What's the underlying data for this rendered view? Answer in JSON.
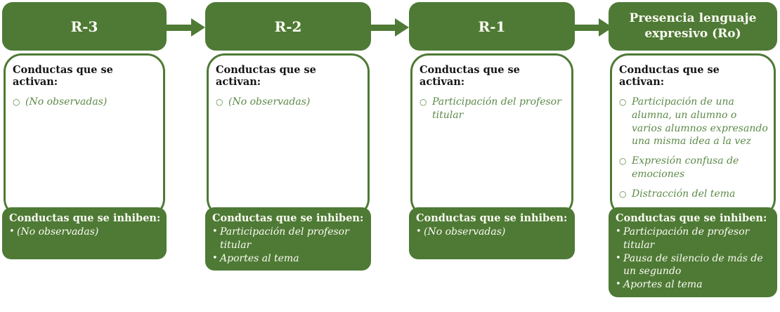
{
  "colors": {
    "green": "#4e7a35",
    "light_text": "#fcfbf3",
    "item_green": "#5c8a48"
  },
  "bullets": {
    "open": "○",
    "filled": "•"
  },
  "columns": [
    {
      "header": "R-3",
      "activan_title": "Conductas que se activan:",
      "activan_items": [
        "(No observadas)"
      ],
      "inhiben_title": "Conductas que se inhiben:",
      "inhiben_items": [
        "(No observadas)"
      ]
    },
    {
      "header": "R-2",
      "activan_title": "Conductas que se activan:",
      "activan_items": [
        "(No observadas)"
      ],
      "inhiben_title": "Conductas que se inhiben:",
      "inhiben_items": [
        "Participación del profesor titular",
        "Aportes al tema"
      ]
    },
    {
      "header": "R-1",
      "activan_title": "Conductas que se activan:",
      "activan_items": [
        "Participación del profesor titular"
      ],
      "inhiben_title": "Conductas que se inhiben:",
      "inhiben_items": [
        "(No observadas)"
      ]
    },
    {
      "header": "Presencia lenguaje expresivo (Ro)",
      "activan_title": "Conductas que se activan:",
      "activan_items": [
        "Participación de una alumna, un alumno o varios alumnos expresando una misma idea a la vez",
        "Expresión confusa de emociones",
        "Distracción del tema"
      ],
      "inhiben_title": "Conductas que se inhiben:",
      "inhiben_items": [
        "Participación de profesor titular",
        "Pausa de silencio de más de un segundo",
        "Aportes al tema"
      ]
    }
  ]
}
